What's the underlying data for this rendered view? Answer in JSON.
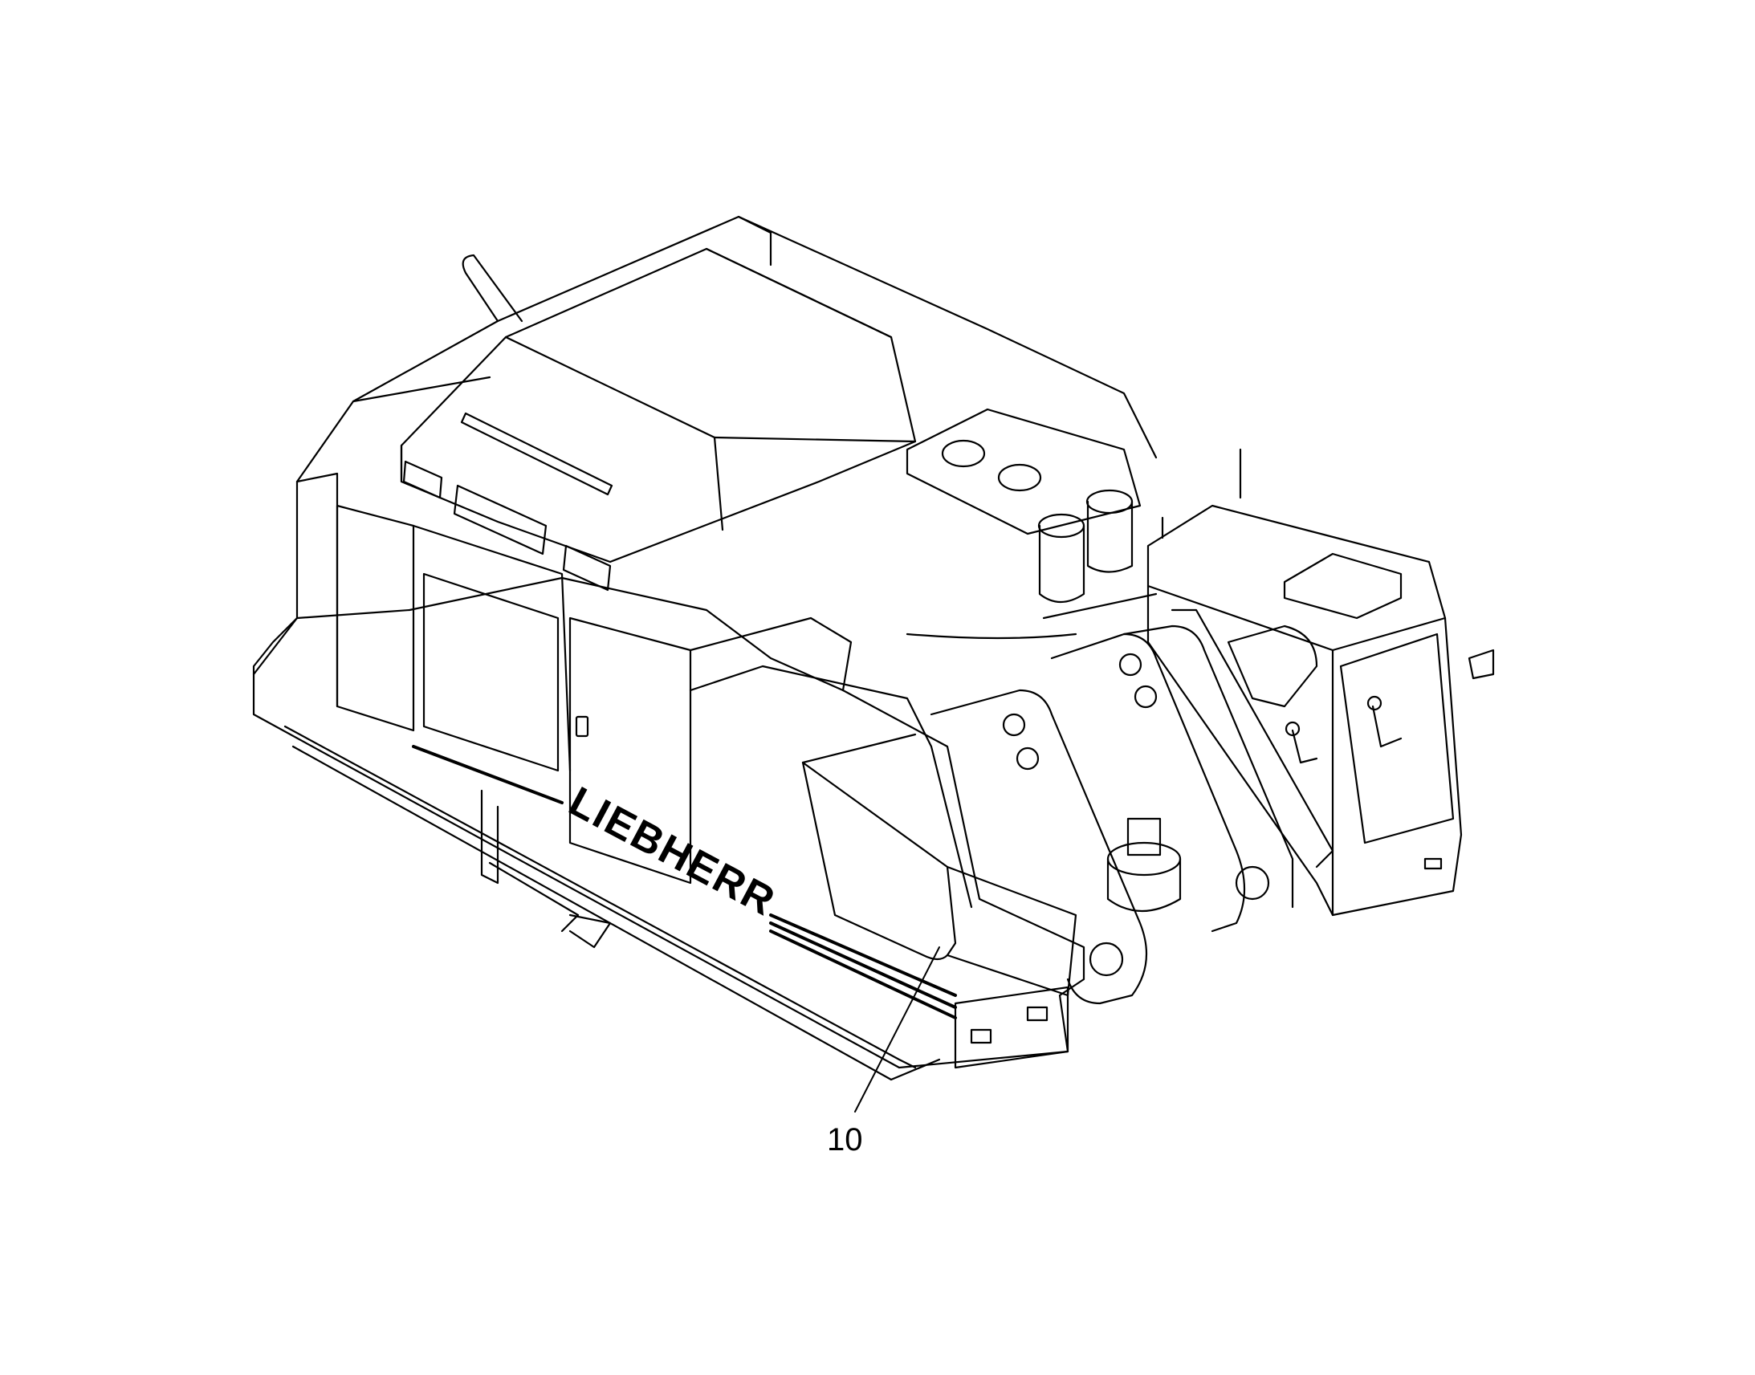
{
  "figure": {
    "brand_lettering": "LIEBHERR",
    "callouts": [
      {
        "label": "10",
        "target": "counterweight-side-panel"
      }
    ]
  },
  "colors": {
    "line": "#000000",
    "background": "#ffffff"
  }
}
